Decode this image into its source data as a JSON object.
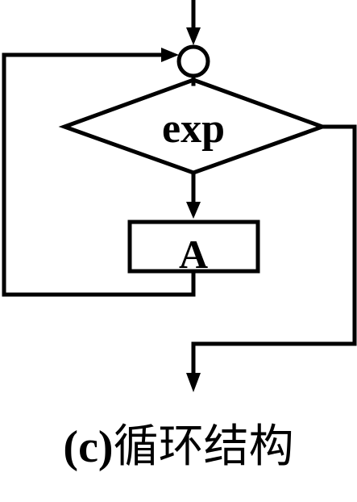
{
  "diagram": {
    "decision_label": "exp",
    "process_label": "A"
  },
  "caption": {
    "prefix": "(c)",
    "title": "循环结构"
  }
}
